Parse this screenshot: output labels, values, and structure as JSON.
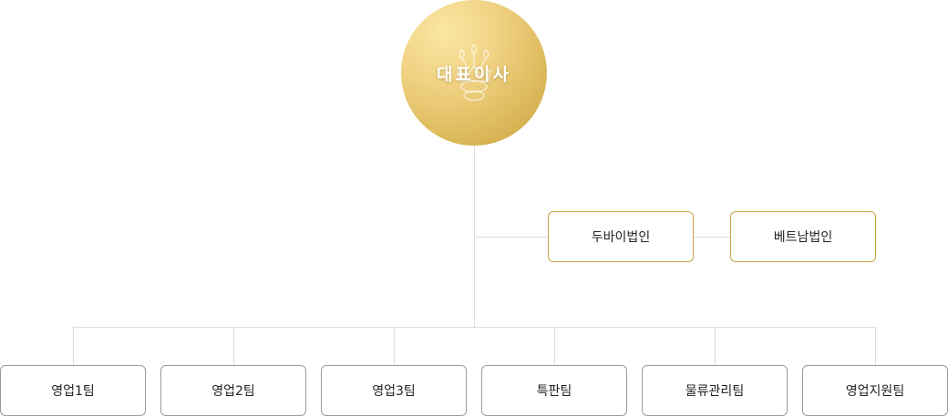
{
  "ceo": {
    "label": "대표이사",
    "emblem": "crown-icon",
    "color_top": "#fbe6a2",
    "color_bottom": "#c9a23f"
  },
  "branches": [
    {
      "label": "두바이법인"
    },
    {
      "label": "베트남법인"
    }
  ],
  "teams": [
    {
      "label": "영업1팀"
    },
    {
      "label": "영업2팀"
    },
    {
      "label": "영업3팀"
    },
    {
      "label": "특판팀"
    },
    {
      "label": "물류관리팀"
    },
    {
      "label": "영업지원팀"
    }
  ],
  "colors": {
    "branch_border": "#c8a445",
    "team_border": "#9a9a9a",
    "connector": "#dcdcdc"
  }
}
